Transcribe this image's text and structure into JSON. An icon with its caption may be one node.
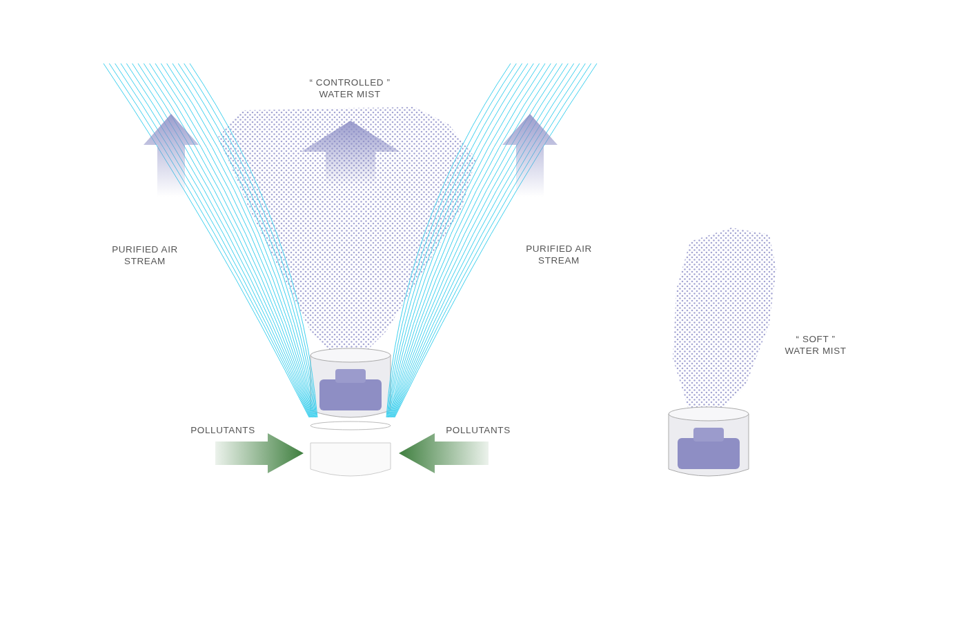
{
  "diagram": {
    "labels": [
      "“ CONTROLLED ” WATER MIST",
      "PURIFIED AIR STREAM",
      "PURIFIED AIR STREAM",
      "“ SOFT ” WATER MIST",
      "POLLUTANTS",
      "POLLUTANTS"
    ]
  }
}
